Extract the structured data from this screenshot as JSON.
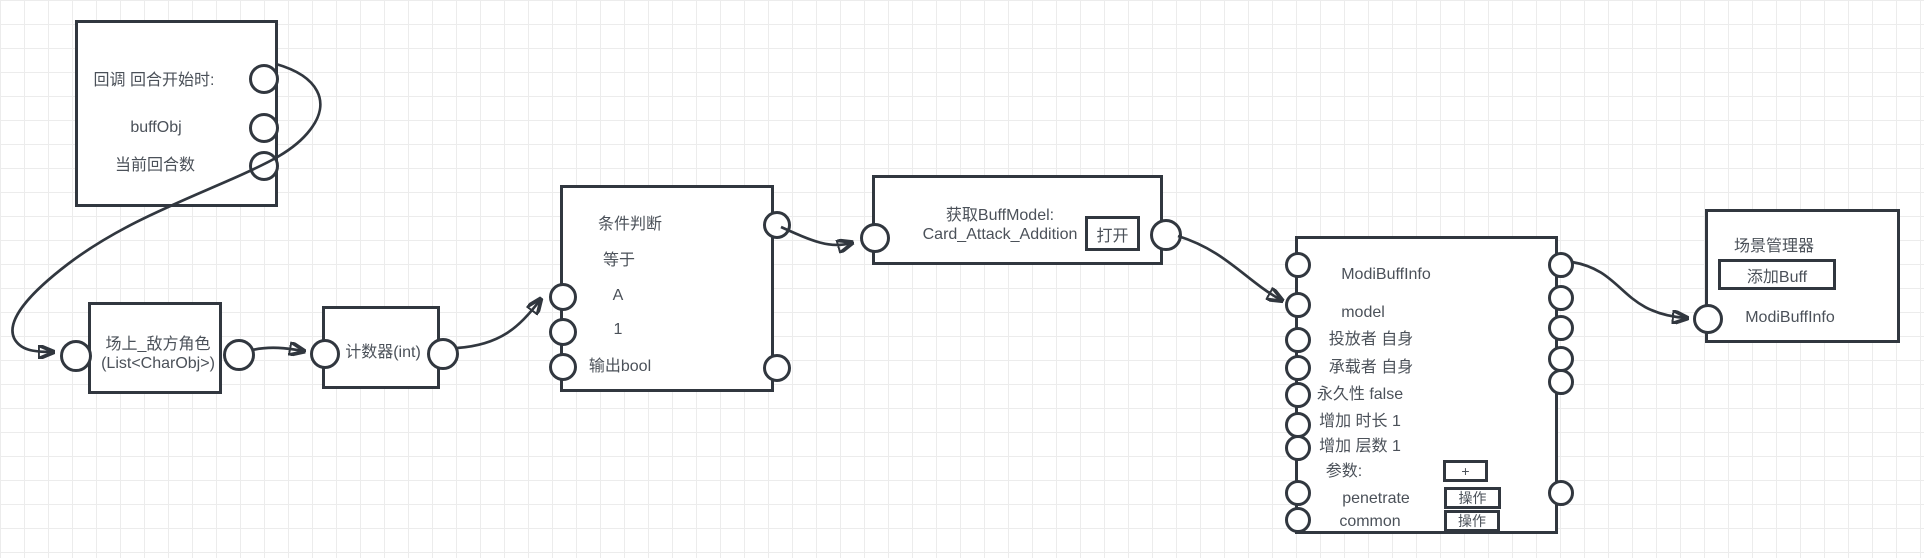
{
  "colors": {
    "node_stroke": "#31373f",
    "text": "#4b5159",
    "grid_line": "#ececec",
    "canvas_bg": "#ffffff"
  },
  "nodes": {
    "callback": {
      "rows": [
        "回调 回合开始时:",
        "buffObj",
        "当前回合数"
      ]
    },
    "enemy_list": {
      "line1": "场上_敌方角色",
      "line2": "(List<CharObj>)"
    },
    "counter": {
      "label": "计数器(int)"
    },
    "condition": {
      "title": "条件判断",
      "rows": [
        "等于",
        "A",
        "1",
        "输出bool"
      ]
    },
    "get_buffmodel": {
      "line1": "获取BuffModel:",
      "line2": "Card_Attack_Addition",
      "open_button": "打开"
    },
    "modibuff": {
      "rows": [
        "ModiBuffInfo",
        "model",
        "投放者 自身",
        "承载者 自身",
        "永久性 false",
        "增加 时长 1",
        "增加 层数 1",
        "参数:",
        "penetrate",
        "common"
      ],
      "plus_button": "+",
      "action_button_1": "操作",
      "action_button_2": "操作"
    },
    "scene_manager": {
      "title": "场景管理器",
      "add_buff_button": "添加Buff",
      "arg": "ModiBuffInfo"
    }
  }
}
